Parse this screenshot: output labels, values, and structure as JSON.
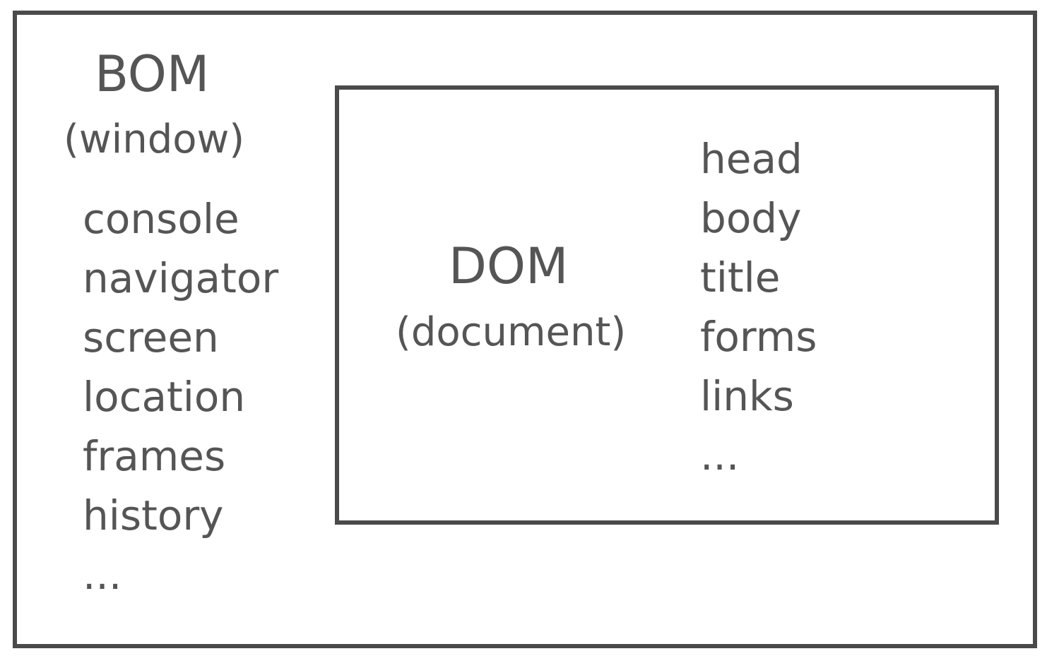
{
  "bom": {
    "title": "BOM",
    "subtitle": "(window)",
    "properties": [
      "console",
      "navigator",
      "screen",
      "location",
      "frames",
      "history",
      "..."
    ]
  },
  "dom": {
    "title": "DOM",
    "subtitle": "(document)",
    "properties": [
      "head",
      "body",
      "title",
      "forms",
      "links",
      "..."
    ]
  }
}
